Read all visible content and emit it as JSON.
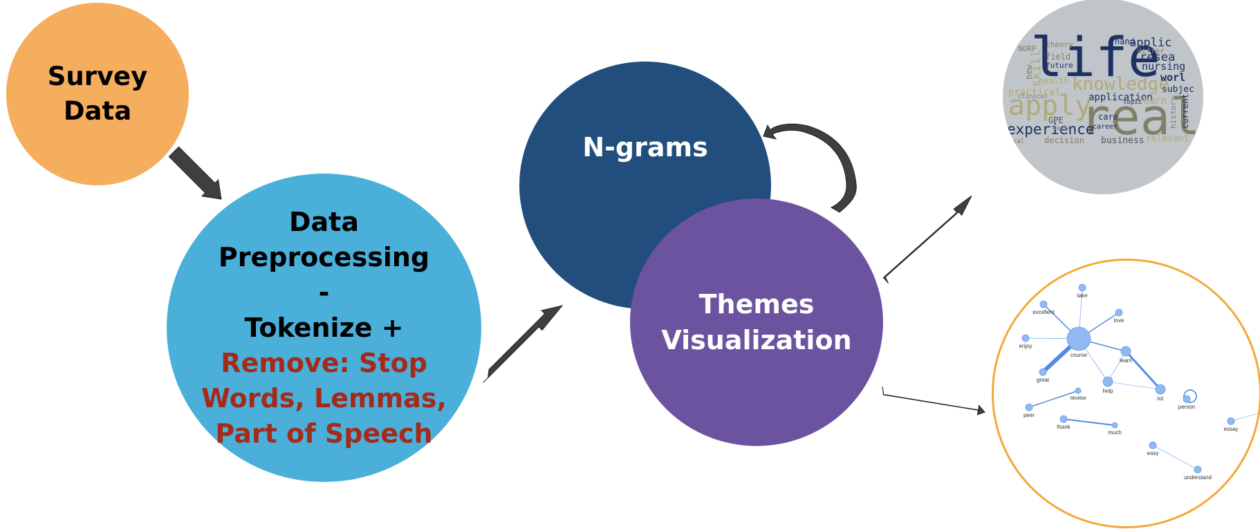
{
  "colors": {
    "survey": "#f5ad5e",
    "preprocessing": "#4aafd9",
    "ngrams": "#224e7d",
    "themes": "#6c53a0",
    "wordcloud_bg": "#bfc5c8",
    "network_border": "#f4a838",
    "network_node": "#90b8f2",
    "network_edge": "#3f7ee0",
    "arrow_fill": "#3f3f3f"
  },
  "nodes": {
    "survey": {
      "line1": "Survey",
      "line2": "Data"
    },
    "preprocessing": {
      "line1": "Data",
      "line2": "Preprocessing",
      "line3": "-",
      "line4": "Tokenize +",
      "line5": "Remove: Stop",
      "line6": "Words, Lemmas,",
      "line7": "Part of Speech"
    },
    "ngrams": {
      "label": "N-grams"
    },
    "themes": {
      "line1": "Themes",
      "line2": "Visualization"
    }
  },
  "word_cloud": {
    "words": [
      {
        "text": "life",
        "color": "#1f3064",
        "size": 78,
        "weight": "normal"
      },
      {
        "text": "real",
        "color": "#80806a",
        "size": 72,
        "weight": "normal"
      },
      {
        "text": "apply",
        "color": "#b2a977",
        "size": 40,
        "weight": "normal"
      },
      {
        "text": "knowledge",
        "color": "#b2a977",
        "size": 26,
        "weight": "normal"
      },
      {
        "text": "experience",
        "color": "#1f3064",
        "size": 21,
        "weight": "normal"
      },
      {
        "text": "application",
        "color": "#1f3064",
        "size": 14,
        "weight": "normal"
      },
      {
        "text": "applic",
        "color": "#1f3064",
        "size": 17,
        "weight": "normal"
      },
      {
        "text": "resea",
        "color": "#1f3064",
        "size": 17,
        "weight": "normal"
      },
      {
        "text": "nursing",
        "color": "#1f3064",
        "size": 15,
        "weight": "normal"
      },
      {
        "text": "worl",
        "color": "#1f3064",
        "size": 15,
        "weight": "bold"
      },
      {
        "text": "subjec",
        "color": "#1f3064",
        "size": 13,
        "weight": "normal"
      },
      {
        "text": "learn",
        "color": "#b2a977",
        "size": 14,
        "weight": "normal"
      },
      {
        "text": "relevant",
        "color": "#b2a977",
        "size": 13,
        "weight": "normal"
      },
      {
        "text": "business",
        "color": "#555555",
        "size": 13,
        "weight": "normal"
      },
      {
        "text": "decision",
        "color": "#80806a",
        "size": 12,
        "weight": "normal"
      },
      {
        "text": "practical",
        "color": "#b2a977",
        "size": 14,
        "weight": "normal"
      },
      {
        "text": "skill",
        "color": "#b2a977",
        "size": 18,
        "weight": "normal"
      },
      {
        "text": "health",
        "color": "#b2a977",
        "size": 12,
        "weight": "normal"
      },
      {
        "text": "future",
        "color": "#1f3064",
        "size": 11,
        "weight": "normal"
      },
      {
        "text": "field",
        "color": "#80806a",
        "size": 12,
        "weight": "normal"
      },
      {
        "text": "theory",
        "color": "#80806a",
        "size": 11,
        "weight": "normal"
      },
      {
        "text": "hand",
        "color": "#1f3064",
        "size": 12,
        "weight": "normal"
      },
      {
        "text": "differ",
        "color": "#80806a",
        "size": 11,
        "weight": "normal"
      },
      {
        "text": "NORP",
        "color": "#80806a",
        "size": 11,
        "weight": "normal"
      },
      {
        "text": "new",
        "color": "#80806a",
        "size": 12,
        "weight": "normal"
      },
      {
        "text": "GPE",
        "color": "#555555",
        "size": 12,
        "weight": "normal"
      },
      {
        "text": "care",
        "color": "#1f3064",
        "size": 12,
        "weight": "normal"
      },
      {
        "text": "career",
        "color": "#1f3064",
        "size": 10,
        "weight": "normal"
      },
      {
        "text": "basic",
        "color": "#80806a",
        "size": 9,
        "weight": "normal"
      },
      {
        "text": "topic",
        "color": "#1f3064",
        "size": 9,
        "weight": "normal"
      },
      {
        "text": "history",
        "color": "#80806a",
        "size": 11,
        "weight": "normal"
      },
      {
        "text": "current",
        "color": "#1f3064",
        "size": 12,
        "weight": "normal"
      },
      {
        "text": "clinical",
        "color": "#80806a",
        "size": 9,
        "weight": "normal"
      },
      {
        "text": "ecial",
        "color": "#80806a",
        "size": 9,
        "weight": "normal"
      }
    ]
  },
  "network": {
    "nodes": [
      {
        "id": "course",
        "label": "course",
        "size": 17
      },
      {
        "id": "take",
        "label": "take",
        "size": 5
      },
      {
        "id": "excellent",
        "label": "excellent",
        "size": 5
      },
      {
        "id": "love",
        "label": "love",
        "size": 5
      },
      {
        "id": "enjoy",
        "label": "enjoy",
        "size": 5
      },
      {
        "id": "learn",
        "label": "learn",
        "size": 7
      },
      {
        "id": "great",
        "label": "great",
        "size": 5
      },
      {
        "id": "help",
        "label": "help",
        "size": 7
      },
      {
        "id": "lot",
        "label": "lot",
        "size": 7
      },
      {
        "id": "person",
        "label": "person",
        "size": 5
      },
      {
        "id": "review",
        "label": "review",
        "size": 4
      },
      {
        "id": "peer",
        "label": "peer",
        "size": 5
      },
      {
        "id": "thank",
        "label": "thank",
        "size": 5
      },
      {
        "id": "much",
        "label": "much",
        "size": 4
      },
      {
        "id": "easy",
        "label": "easy",
        "size": 5
      },
      {
        "id": "understand",
        "label": "understand",
        "size": 5
      },
      {
        "id": "essay",
        "label": "essay",
        "size": 5
      }
    ],
    "edges": [
      {
        "a": "course",
        "b": "take",
        "weight": 1
      },
      {
        "a": "course",
        "b": "excellent",
        "weight": 1.5
      },
      {
        "a": "course",
        "b": "love",
        "weight": 1.5
      },
      {
        "a": "course",
        "b": "enjoy",
        "weight": 1
      },
      {
        "a": "course",
        "b": "great",
        "weight": 6
      },
      {
        "a": "course",
        "b": "learn",
        "weight": 1.5
      },
      {
        "a": "course",
        "b": "help",
        "weight": 1
      },
      {
        "a": "learn",
        "b": "lot",
        "weight": 3
      },
      {
        "a": "learn",
        "b": "help",
        "weight": 1
      },
      {
        "a": "help",
        "b": "lot",
        "weight": 0.8
      },
      {
        "a": "review",
        "b": "peer",
        "weight": 1.5
      },
      {
        "a": "thank",
        "b": "much",
        "weight": 2
      },
      {
        "a": "easy",
        "b": "understand",
        "weight": 0.8
      }
    ]
  }
}
